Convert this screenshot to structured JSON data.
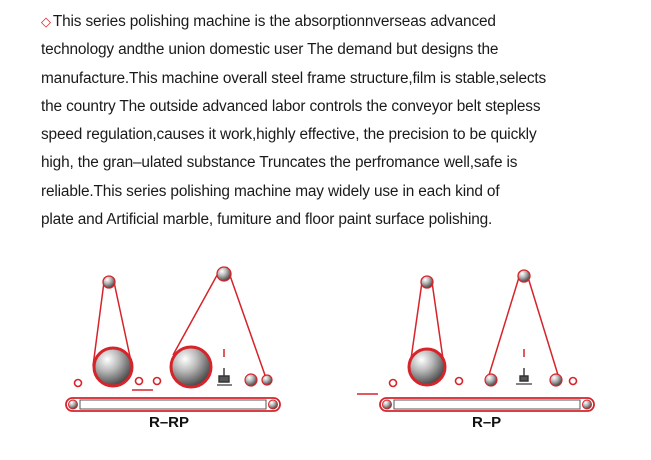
{
  "description": {
    "bullet_icon": "diamond-outline-icon",
    "lines": [
      "This series polishing machine is the absorptionnverseas advanced",
      "technology andthe union domestic user The demand but designs the",
      "manufacture.This machine overall steel frame structure,film is stable,selects",
      "the country The outside advanced labor controls the conveyor belt stepless",
      "speed regulation,causes it work,highly effective, the precision to be quickly",
      "high, the gran–ulated substance Truncates the perfromance well,safe is",
      "reliable.This series polishing machine may widely use in each kind of",
      "plate and Artificial marble, fumiture and floor paint surface polishing."
    ]
  },
  "diagrams": {
    "left_label": "R–RP",
    "right_label": "R–P"
  },
  "colors": {
    "accent_red": "#d6242b",
    "text": "#1a1a1a"
  }
}
